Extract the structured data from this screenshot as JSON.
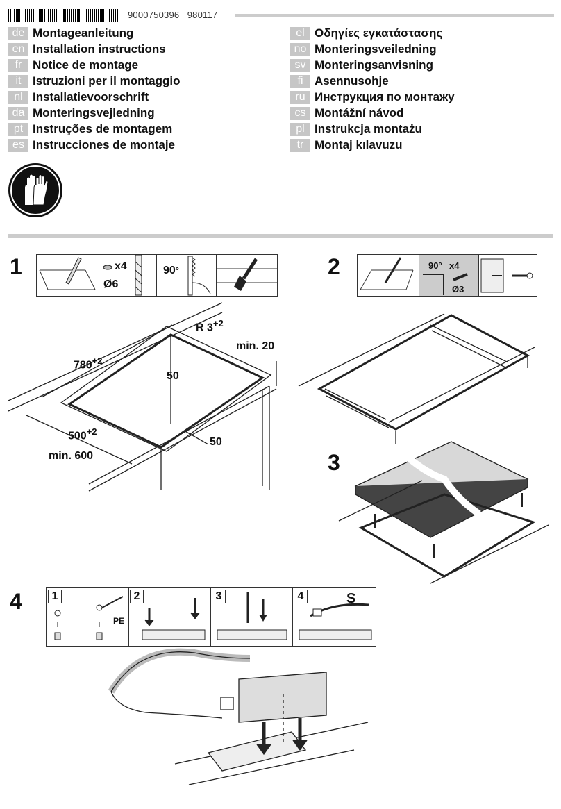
{
  "header": {
    "doc_number": "9000750396",
    "doc_date": "980117"
  },
  "languages_left": [
    {
      "code": "de",
      "label": "Montageanleitung"
    },
    {
      "code": "en",
      "label": "Installation instructions"
    },
    {
      "code": "fr",
      "label": "Notice de montage"
    },
    {
      "code": "it",
      "label": "Istruzioni per il montaggio"
    },
    {
      "code": "nl",
      "label": "Installatievoorschrift"
    },
    {
      "code": "da",
      "label": "Monteringsvejledning"
    },
    {
      "code": "pt",
      "label": "Instruções de montagem"
    },
    {
      "code": "es",
      "label": "Instrucciones de montaje"
    }
  ],
  "languages_right": [
    {
      "code": "el",
      "label": "Οδηγίες εγκατάστασης"
    },
    {
      "code": "no",
      "label": "Monteringsveiledning"
    },
    {
      "code": "sv",
      "label": "Monteringsanvisning"
    },
    {
      "code": "fi",
      "label": "Asennusohje"
    },
    {
      "code": "ru",
      "label": "Инструкция по монтажу"
    },
    {
      "code": "cs",
      "label": "Montážní návod"
    },
    {
      "code": "pl",
      "label": "Instrukcja montażu"
    },
    {
      "code": "tr",
      "label": "Montaj kılavuzu"
    }
  ],
  "steps": {
    "s1": "1",
    "s2": "2",
    "s3": "3",
    "s4": "4"
  },
  "step1": {
    "x4": "x4",
    "dia6": "Ø6",
    "angle": "90",
    "deg": "°",
    "radius": "R 3",
    "radius_tol": "+2",
    "width": "780",
    "width_tol": "+2",
    "min20": "min. 20",
    "d50a": "50",
    "depth": "500",
    "depth_tol": "+2",
    "d50b": "50",
    "min600": "min. 600"
  },
  "step2": {
    "angle": "90",
    "deg": "°",
    "x4": "x4",
    "dia3": "Ø3"
  },
  "step4": {
    "sub1": "1",
    "sub2": "2",
    "sub3": "3",
    "sub4": "4",
    "pe": "PE",
    "s": "S"
  }
}
